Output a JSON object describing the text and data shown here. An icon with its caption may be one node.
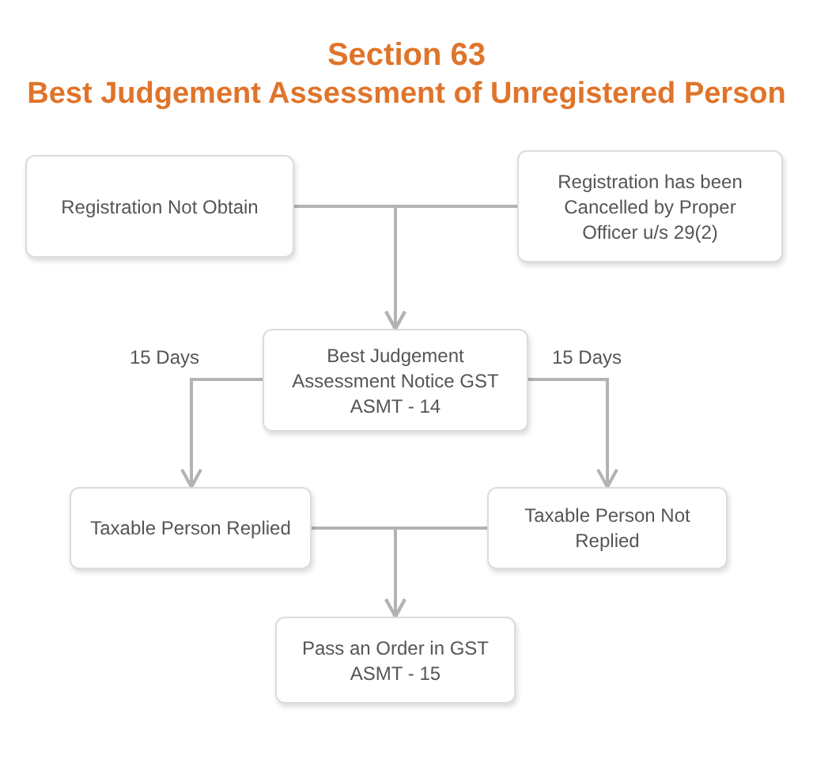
{
  "diagram": {
    "title": "Section 63",
    "nodes": [
      {
        "text": [
          "Registration Not Obtain"
        ]
      },
      {
        "text": [
          "Registration has been Cancelled by Proper Officer u/s 29(2)"
        ]
      },
      {
        "text": [
          "Best Judgement Assessment Notice GST ASMT - 14"
        ]
      },
      {
        "text": [
          "Taxable Person Replied"
        ]
      },
      {
        "text": [
          "Taxable Person Not Replied"
        ]
      },
      {
        "text": [
          "Pass an Order in GST ASMT - 15"
        ]
      }
    ],
    "edges": [
      {
        "from": 0,
        "to": 2,
        "arrow": "to"
      },
      {
        "from": 1,
        "to": 2,
        "arrow": "to"
      },
      {
        "from": 2,
        "to": 3,
        "arrow": "to",
        "label": "15 Days"
      },
      {
        "from": 2,
        "to": 4,
        "arrow": "to",
        "label": "15 Days"
      },
      {
        "from": 3,
        "to": 5,
        "arrow": "to"
      },
      {
        "from": 4,
        "to": 5,
        "arrow": "to"
      }
    ],
    "labels": [
      "Best Judgement Assessment of Unregistered Person"
    ]
  }
}
